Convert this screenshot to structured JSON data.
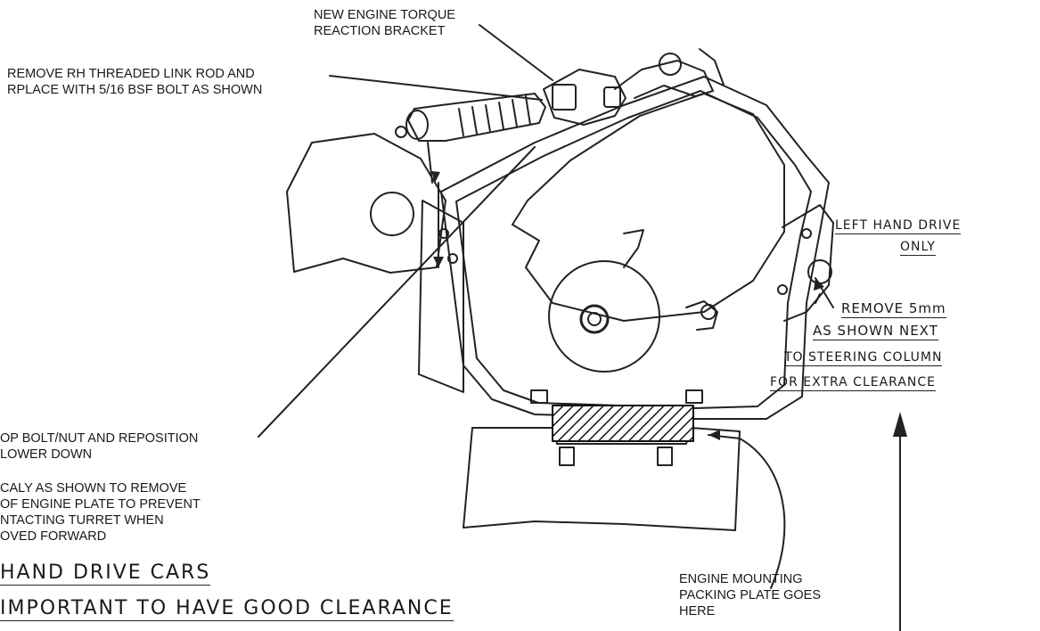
{
  "labels": {
    "torque_bracket": "NEW ENGINE TORQUE\nREACTION BRACKET",
    "link_rod": "REMOVE RH THREADED LINK ROD AND\nRPLACE WITH 5/16 BSF BOLT AS SHOWN",
    "top_bolt": "OP BOLT/NUT AND REPOSITION\nLOWER DOWN",
    "engine_plate": "CALY AS SHOWN TO REMOVE\nOF ENGINE PLATE TO PREVENT\nNTACTING TURRET WHEN\nOVED FORWARD",
    "packing_plate": "ENGINE MOUNTING\nPACKING PLATE GOES\nHERE"
  },
  "handwritten": {
    "lhd_line1": "LEFT HAND DRIVE",
    "lhd_line2": "ONLY",
    "remove_1": "REMOVE 5mm",
    "remove_2": "AS SHOWN NEXT",
    "remove_3": "TO STEERING COLUMN",
    "remove_4": "FOR EXTRA CLEARANCE",
    "cars": "HAND DRIVE CARS",
    "important": "IMPORTANT TO HAVE GOOD CLEARANCE"
  }
}
